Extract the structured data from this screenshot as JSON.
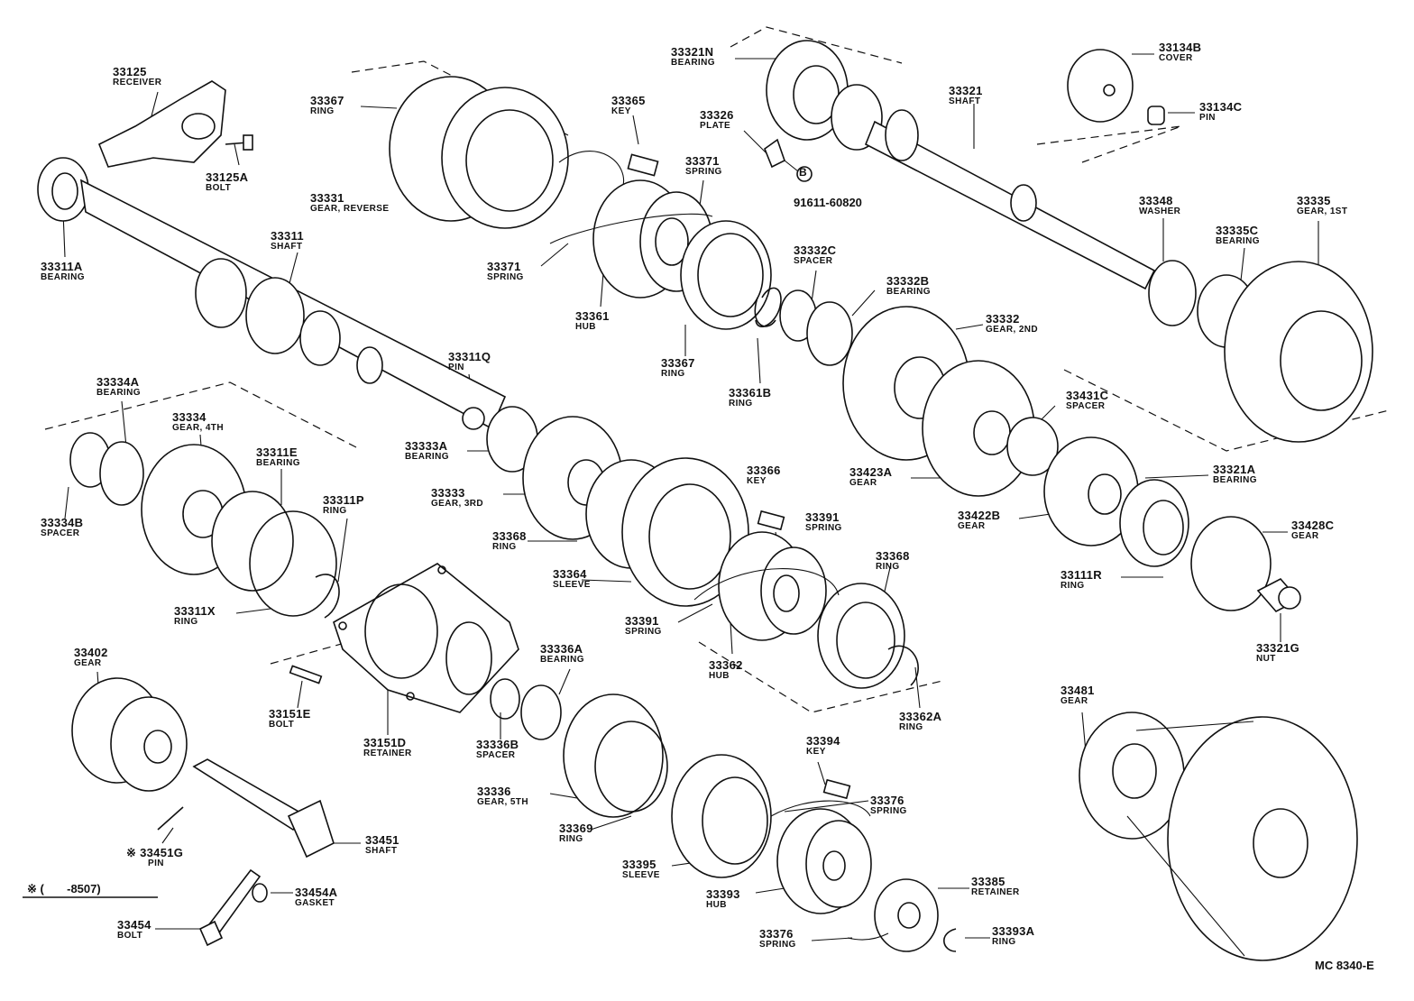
{
  "diagram": {
    "code": "MC 8340-E",
    "note_symbol": "※",
    "note_text": "※ (       -8507)",
    "bolt_reference": {
      "symbol": "B",
      "part_no": "91611-60820"
    },
    "parts": [
      {
        "id": "33125",
        "name": "RECEIVER"
      },
      {
        "id": "33125A",
        "name": "BOLT"
      },
      {
        "id": "33311A",
        "name": "BEARING"
      },
      {
        "id": "33311",
        "name": "SHAFT"
      },
      {
        "id": "33367",
        "name": "RING"
      },
      {
        "id": "33331",
        "name": "GEAR, REVERSE"
      },
      {
        "id": "33365",
        "name": "KEY"
      },
      {
        "id": "33371",
        "name": "SPRING"
      },
      {
        "id": "33371b",
        "label": "33371",
        "name": "SPRING"
      },
      {
        "id": "33361",
        "name": "HUB"
      },
      {
        "id": "33367b",
        "label": "33367",
        "name": "RING"
      },
      {
        "id": "33361B",
        "name": "RING"
      },
      {
        "id": "33326",
        "name": "PLATE"
      },
      {
        "id": "33321N",
        "name": "BEARING"
      },
      {
        "id": "33321",
        "name": "SHAFT"
      },
      {
        "id": "33134B",
        "name": "COVER"
      },
      {
        "id": "33134C",
        "name": "PIN"
      },
      {
        "id": "33348",
        "name": "WASHER"
      },
      {
        "id": "33335",
        "name": "GEAR, 1ST"
      },
      {
        "id": "33335C",
        "name": "BEARING"
      },
      {
        "id": "33332C",
        "name": "SPACER"
      },
      {
        "id": "33332B",
        "name": "BEARING"
      },
      {
        "id": "33332",
        "name": "GEAR, 2ND"
      },
      {
        "id": "33311Q",
        "name": "PIN"
      },
      {
        "id": "33334A",
        "name": "BEARING"
      },
      {
        "id": "33334",
        "name": "GEAR, 4TH"
      },
      {
        "id": "33311E",
        "name": "BEARING"
      },
      {
        "id": "33311P",
        "name": "RING"
      },
      {
        "id": "33334B",
        "name": "SPACER"
      },
      {
        "id": "33311X",
        "name": "RING"
      },
      {
        "id": "33333A",
        "name": "BEARING"
      },
      {
        "id": "33333",
        "name": "GEAR, 3RD"
      },
      {
        "id": "33368",
        "name": "RING"
      },
      {
        "id": "33364",
        "name": "SLEEVE"
      },
      {
        "id": "33366",
        "name": "KEY"
      },
      {
        "id": "33391",
        "name": "SPRING"
      },
      {
        "id": "33368b",
        "label": "33368",
        "name": "RING"
      },
      {
        "id": "33391b",
        "label": "33391",
        "name": "SPRING"
      },
      {
        "id": "33362",
        "name": "HUB"
      },
      {
        "id": "33362A",
        "name": "RING"
      },
      {
        "id": "33431C",
        "name": "SPACER"
      },
      {
        "id": "33423A",
        "name": "GEAR"
      },
      {
        "id": "33321A",
        "name": "BEARING"
      },
      {
        "id": "33422B",
        "name": "GEAR"
      },
      {
        "id": "33428C",
        "name": "GEAR"
      },
      {
        "id": "33111R",
        "name": "RING"
      },
      {
        "id": "33321G",
        "name": "NUT"
      },
      {
        "id": "33402",
        "name": "GEAR"
      },
      {
        "id": "33151E",
        "name": "BOLT"
      },
      {
        "id": "33151D",
        "name": "RETAINER"
      },
      {
        "id": "33336A",
        "name": "BEARING"
      },
      {
        "id": "33336B",
        "name": "SPACER"
      },
      {
        "id": "33336",
        "name": "GEAR, 5TH"
      },
      {
        "id": "33369",
        "name": "RING"
      },
      {
        "id": "33395",
        "name": "SLEEVE"
      },
      {
        "id": "33394",
        "name": "KEY"
      },
      {
        "id": "33376",
        "name": "SPRING"
      },
      {
        "id": "33393",
        "name": "HUB"
      },
      {
        "id": "33385",
        "name": "RETAINER"
      },
      {
        "id": "33376b",
        "label": "33376",
        "name": "SPRING"
      },
      {
        "id": "33393A",
        "name": "RING"
      },
      {
        "id": "33481",
        "name": "GEAR"
      },
      {
        "id": "33451G",
        "prefix": "※",
        "name": "PIN"
      },
      {
        "id": "33451",
        "name": "SHAFT"
      },
      {
        "id": "33454A",
        "name": "GASKET"
      },
      {
        "id": "33454",
        "name": "BOLT"
      }
    ]
  }
}
